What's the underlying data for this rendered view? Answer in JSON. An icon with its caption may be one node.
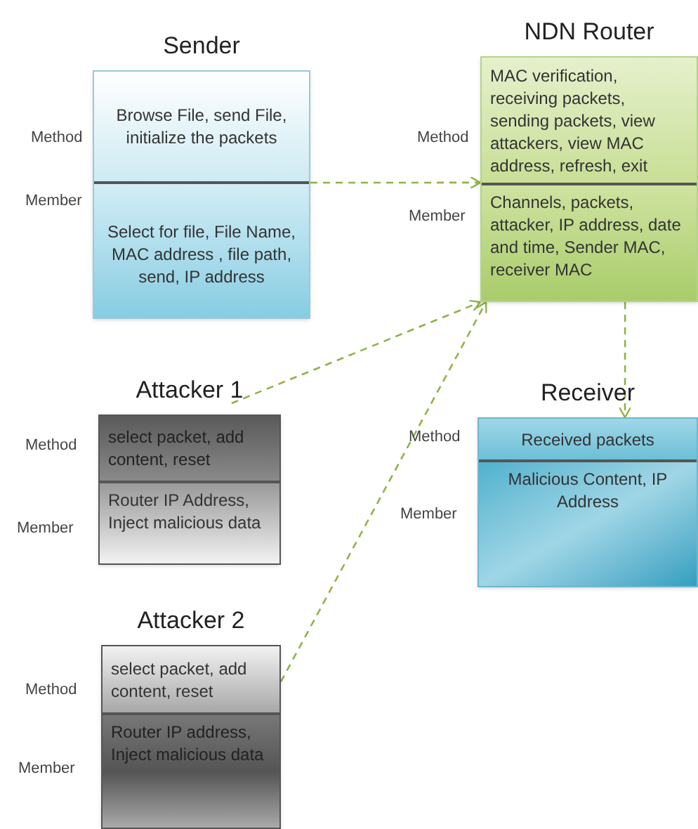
{
  "diagram": {
    "nodes": [
      {
        "text": [
          "Sender",
          "Browse File, send File, initialize the packets",
          "Select for file, File Name, MAC address , file path, send, IP address"
        ],
        "beside": [
          "Method",
          "Member"
        ]
      },
      {
        "text": [
          "NDN Router",
          "MAC verification, receiving packets, sending packets, view attackers, view MAC address, refresh, exit",
          "Channels, packets, attacker, IP address, date and time, Sender MAC, receiver MAC"
        ],
        "beside": [
          "Method",
          "Member"
        ]
      },
      {
        "text": [
          "Attacker 1",
          "select packet, add content, reset",
          "Router IP Address, Inject malicious data"
        ],
        "beside": [
          "Method",
          "Member"
        ]
      },
      {
        "text": [
          "Receiver",
          "Received packets",
          "Malicious Content, IP Address"
        ],
        "beside": [
          "Method",
          "Member"
        ]
      },
      {
        "text": [
          "Attacker 2",
          "select packet, add content, reset",
          "Router IP address, Inject malicious data"
        ],
        "beside": [
          "Method",
          "Member"
        ]
      }
    ],
    "edges": [
      {
        "from": 0,
        "to": 1,
        "arrow": "to",
        "style": "dashed"
      },
      {
        "from": 2,
        "to": 1,
        "arrow": "to",
        "style": "dashed"
      },
      {
        "from": 4,
        "to": 1,
        "arrow": "to",
        "style": "dashed"
      },
      {
        "from": 1,
        "to": 3,
        "arrow": "to",
        "style": "dashed"
      }
    ]
  }
}
